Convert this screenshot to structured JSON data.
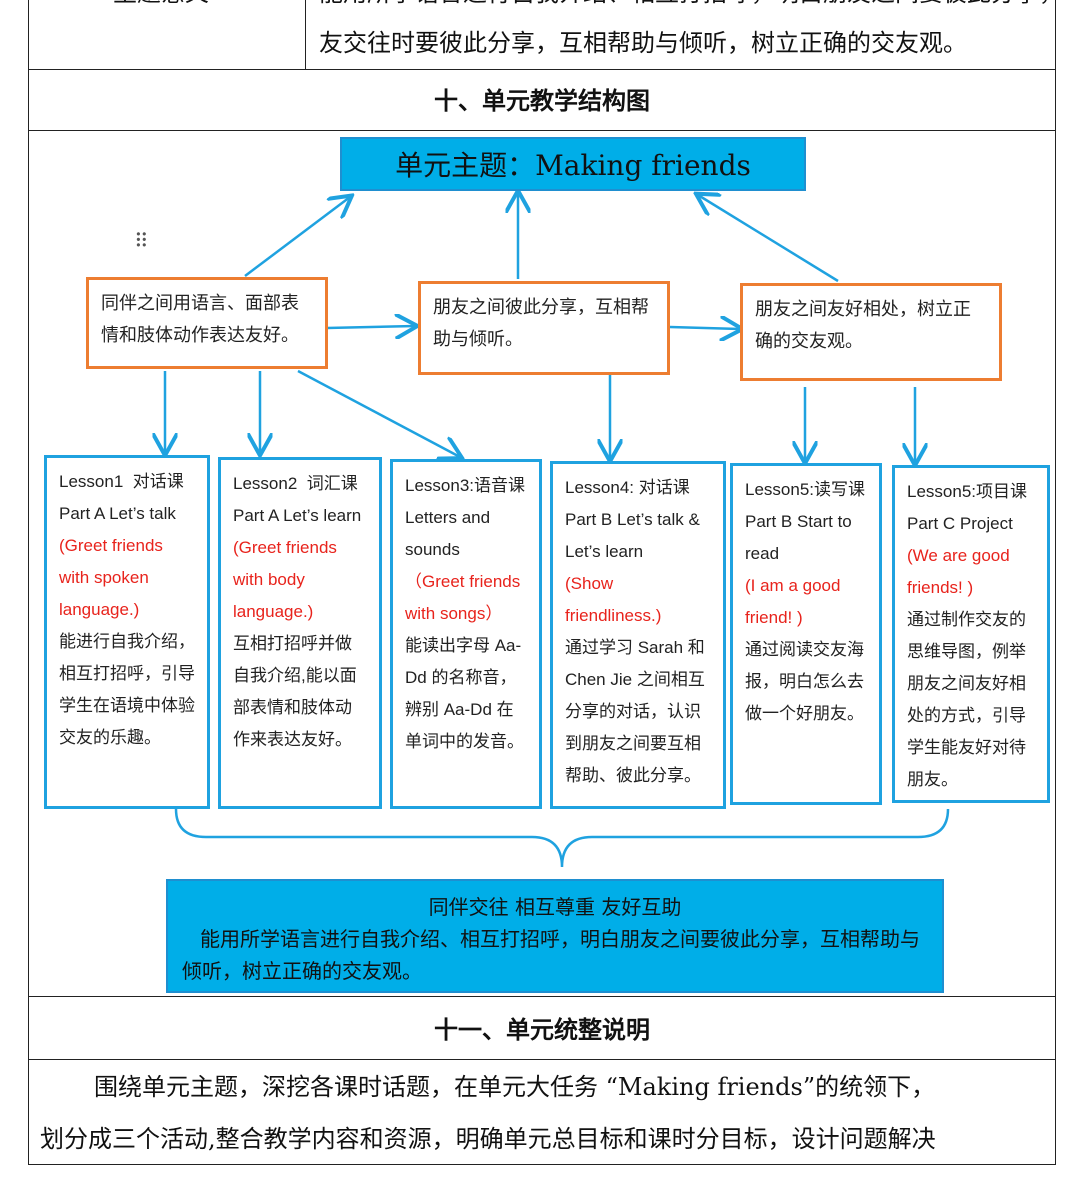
{
  "top_row": {
    "left_cell": "主题意义",
    "right_line1": "能用所学语言进行自我介绍、相互打招呼，明白朋友之间要彼此分享，互相帮助与倾听，树立正确的交",
    "right_line2": "友交往时要彼此分享，互相帮助与倾听，树立正确的交友观。"
  },
  "section10_title": "十、单元教学结构图",
  "diagram": {
    "theme": "单元主题：Making friends",
    "goals": [
      "同伴之间用语言、面部表情和肢体动作表达友好。",
      "朋友之间彼此分享，互相帮助与倾听。",
      "朋友之间友好相处，树立正确的交友观。"
    ],
    "lessons": [
      {
        "title": "Lesson1  对话课",
        "part": "Part A Let’s talk",
        "goal": "(Greet friends with spoken language.)",
        "desc": "能进行自我介绍，相互打招呼，引导学生在语境中体验交友的乐趣。"
      },
      {
        "title": "Lesson2  词汇课",
        "part": "Part A Let’s learn",
        "goal": "(Greet friends with body language.)",
        "desc": "互相打招呼并做自我介绍,能以面部表情和肢体动作来表达友好。"
      },
      {
        "title": "Lesson3:语音课",
        "part": "Letters and sounds",
        "goal": "（Greet friends with songs）",
        "desc": "能读出字母 Aa-Dd 的名称音，辨别 Aa-Dd 在单词中的发音。"
      },
      {
        "title": "Lesson4: 对话课",
        "part": "Part B Let’s talk & Let’s learn",
        "goal": "(Show friendliness.)",
        "desc": "通过学习 Sarah 和 Chen Jie 之间相互分享的对话，认识到朋友之间要互相帮助、彼此分享。"
      },
      {
        "title": "Lesson5:读写课",
        "part": "Part B Start to read",
        "goal": "(I am a good friend! )",
        "desc": "通过阅读交友海报，明白怎么去做一个好朋友。"
      },
      {
        "title": "Lesson5:项目课",
        "part": "Part C Project",
        "goal": "(We are good friends! )",
        "desc": "通过制作交友的思维导图，例举朋友之间友好相处的方式，引导学生能友好对待朋友。"
      }
    ],
    "summary_line1": "同伴交往  相互尊重  友好互助",
    "summary_line2": "能用所学语言进行自我介绍、相互打招呼，明白朋友之间要彼此分享，互相帮助与倾听，树立正确的交友观。",
    "drag_icon": "⠿"
  },
  "section11_title": "十一、单元统整说明",
  "section11_para_line1": "围绕单元主题，深挖各课时话题，在单元大任务 “Making friends”的统领下，",
  "section11_para_line2": "划分成三个活动,整合教学内容和资源，明确单元总目标和课时分目标，设计问题解决"
}
